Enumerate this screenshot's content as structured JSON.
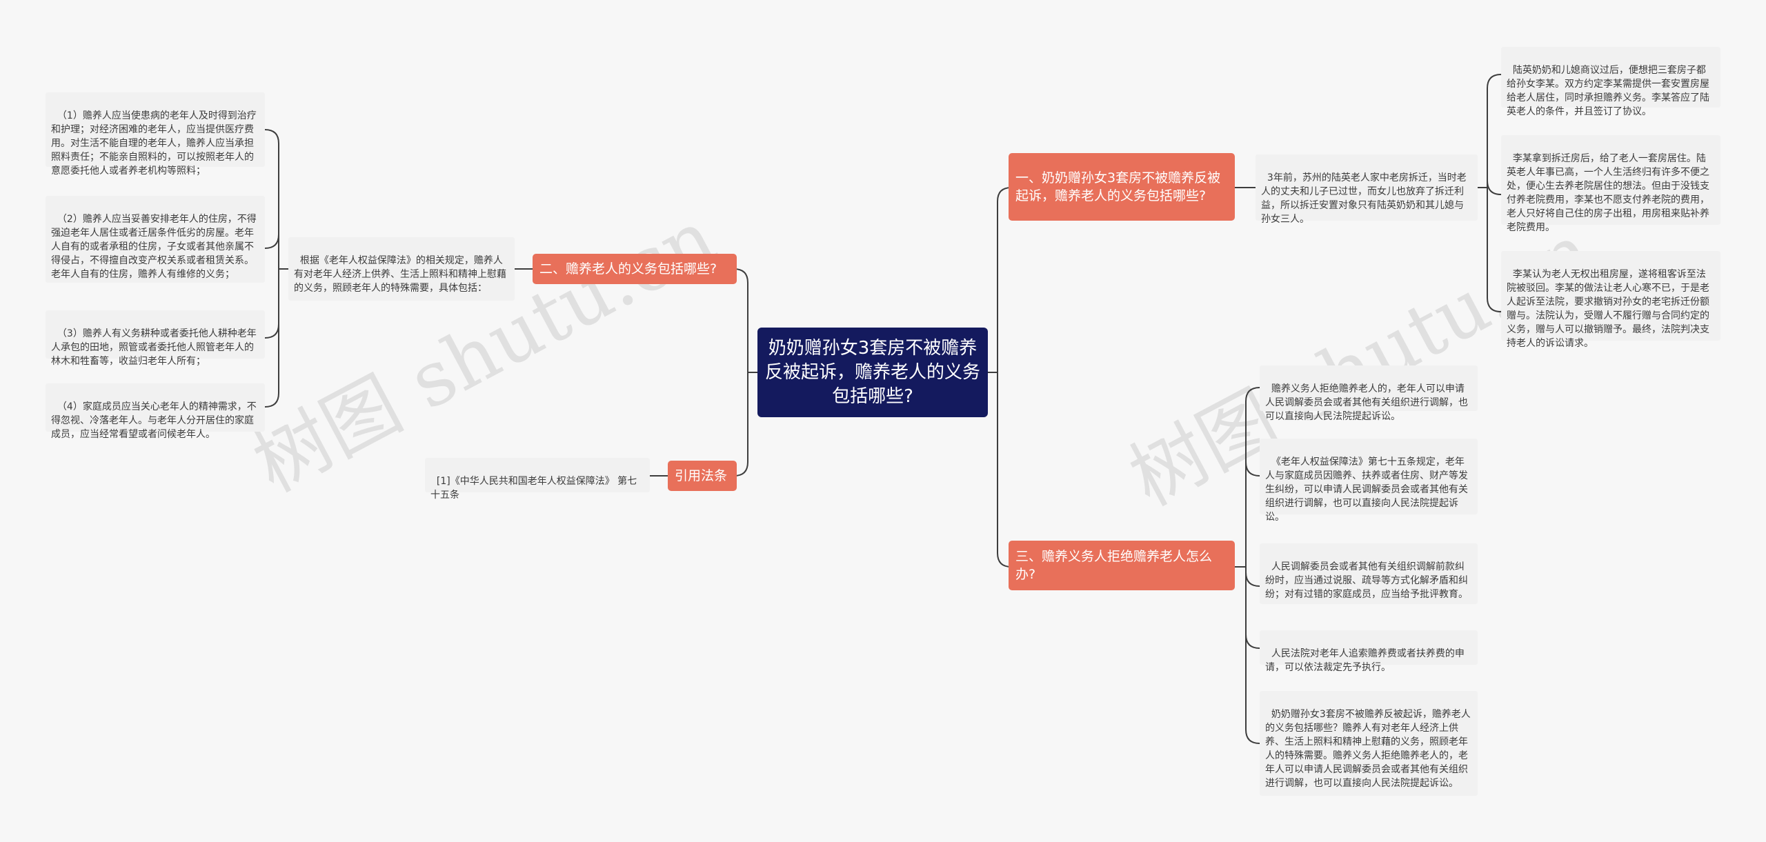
{
  "root": {
    "title": "奶奶赠孙女3套房不被赡养反被起诉，赡养老人的义务包括哪些?"
  },
  "branches": {
    "b1": "一、奶奶赠孙女3套房不被赡养反被起诉，赡养老人的义务包括哪些?",
    "b2": "二、赡养老人的义务包括哪些?",
    "b3": "三、赡养义务人拒绝赡养老人怎么办?",
    "b4": "引用法条"
  },
  "b1": {
    "intro": "3年前，苏州的陆英老人家中老房拆迁，当时老人的丈夫和儿子已过世，而女儿也放弃了拆迁利益，所以拆迁安置对象只有陆英奶奶和其儿媳与孙女三人。",
    "story": [
      "陆英奶奶和儿媳商议过后，便想把三套房子都给孙女李某。双方约定李某需提供一套安置房屋给老人居住，同时承担赡养义务。李某答应了陆英老人的条件，并且签订了协议。",
      "李某拿到拆迁房后，给了老人一套房居住。陆英老人年事已高，一个人生活终归有许多不便之处，便心生去养老院居住的想法。但由于没钱支付养老院费用，李某也不愿支付养老院的费用，老人只好将自己住的房子出租，用房租来贴补养老院费用。",
      "李某认为老人无权出租房屋，遂将租客诉至法院被驳回。李某的做法让老人心寒不已，于是老人起诉至法院，要求撤销对孙女的老宅拆迁份额赠与。法院认为，受赠人不履行赠与合同约定的义务，赠与人可以撤销赠予。最终，法院判决支持老人的诉讼请求。"
    ]
  },
  "b2": {
    "intro": "根据《老年人权益保障法》的相关规定，赡养人有对老年人经济上供养、生活上照料和精神上慰藉的义务，照顾老年人的特殊需要，具体包括：",
    "items": [
      "（1）赡养人应当使患病的老年人及时得到治疗和护理；对经济困难的老年人，应当提供医疗费用。对生活不能自理的老年人，赡养人应当承担照料责任；不能亲自照料的，可以按照老年人的意愿委托他人或者养老机构等照料；",
      "（2）赡养人应当妥善安排老年人的住房，不得强迫老年人居住或者迁居条件低劣的房屋。老年人自有的或者承租的住房，子女或者其他亲属不得侵占，不得擅自改变产权关系或者租赁关系。老年人自有的住房，赡养人有维修的义务；",
      "（3）赡养人有义务耕种或者委托他人耕种老年人承包的田地，照管或者委托他人照管老年人的林木和牲畜等，收益归老年人所有；",
      "（4）家庭成员应当关心老年人的精神需求，不得忽视、冷落老年人。与老年人分开居住的家庭成员，应当经常看望或者问候老年人。"
    ]
  },
  "b3": {
    "items": [
      "赡养义务人拒绝赡养老人的，老年人可以申请人民调解委员会或者其他有关组织进行调解，也可以直接向人民法院提起诉讼。",
      "《老年人权益保障法》第七十五条规定，老年人与家庭成员因赡养、扶养或者住房、财产等发生纠纷，可以申请人民调解委员会或者其他有关组织进行调解，也可以直接向人民法院提起诉讼。",
      "人民调解委员会或者其他有关组织调解前款纠纷时，应当通过说服、疏导等方式化解矛盾和纠纷；对有过错的家庭成员，应当给予批评教育。",
      "人民法院对老年人追索赡养费或者扶养费的申请，可以依法裁定先予执行。",
      "奶奶赠孙女3套房不被赡养反被起诉，赡养老人的义务包括哪些？赡养人有对老年人经济上供养、生活上照料和精神上慰藉的义务，照顾老年人的特殊需要。赡养义务人拒绝赡养老人的，老年人可以申请人民调解委员会或者其他有关组织进行调解，也可以直接向人民法院提起诉讼。"
    ]
  },
  "b4": {
    "citation": "[1]《中华人民共和国老年人权益保障法》 第七十五条"
  },
  "watermark": {
    "left": "树图 shutu.cn",
    "right": "树图 shutu.cn"
  },
  "colors": {
    "root": "#141a5e",
    "branch": "#e8705a",
    "leaf": "#f1f1f1",
    "line": "#3d3d3d"
  }
}
